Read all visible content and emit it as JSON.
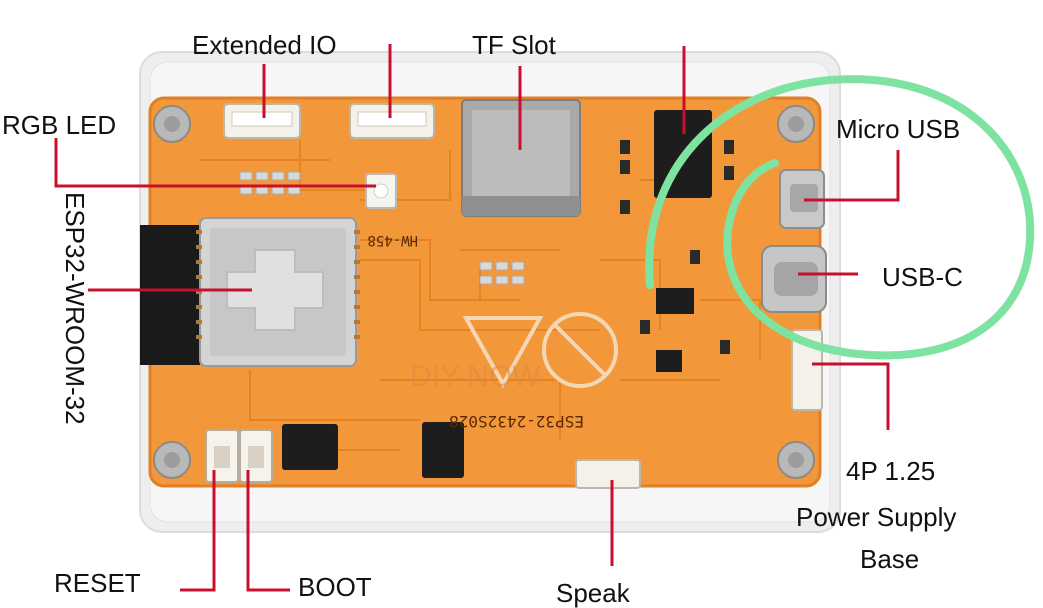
{
  "labels": {
    "extended_io": "Extended IO",
    "tf_slot": "TF Slot",
    "rgb_led": "RGB LED",
    "esp32_module": "ESP32-WROOM-32",
    "micro_usb": "Micro USB",
    "usb_c": "USB-C",
    "power_supply_line1": "4P 1.25",
    "power_supply_line2": "Power Supply",
    "power_supply_line3": "Base",
    "reset": "RESET",
    "boot": "BOOT",
    "speaker": "Speak"
  },
  "board_silkscreen": {
    "model": "ESP32-2432S028",
    "hw_code": "HW-458",
    "watermark": "DIY-NOW"
  },
  "colors": {
    "board": "#f2973a",
    "leader_line": "#c8102e",
    "highlight_circle": "#7ee3a0",
    "acrylic": "#ececec",
    "module": "#cfcfcf"
  }
}
